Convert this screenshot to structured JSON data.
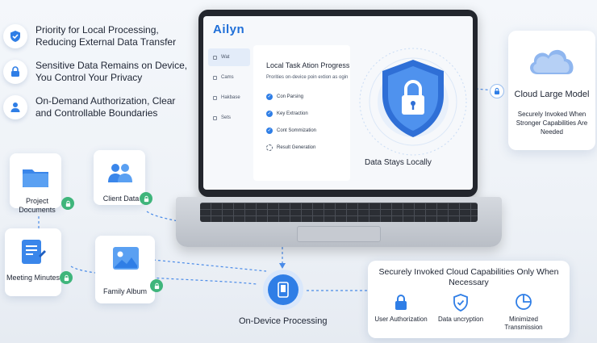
{
  "features": [
    {
      "icon": "shield-check-icon",
      "text": "Priority for Local Processing, Reducing External Data Transfer"
    },
    {
      "icon": "lock-icon",
      "text": "Sensitive Data Remains on Device, You Control Your Privacy"
    },
    {
      "icon": "user-icon",
      "text": "On-Demand Authorization, Clear and Controllable Boundaries"
    }
  ],
  "app": {
    "title": "Ailyn",
    "nav": [
      "Wat",
      "Cams",
      "Hakbase",
      "Sets"
    ],
    "task_title": "Local Task Ation Progress",
    "task_subtitle": "Prorities on-device poin extion as ogin",
    "tasks": [
      {
        "label": "Con Parsing",
        "done": true
      },
      {
        "label": "Key Extraction",
        "done": true
      },
      {
        "label": "Cont Sommization",
        "done": true
      },
      {
        "label": "Result Generation",
        "done": false
      }
    ],
    "center_caption": "Data Stays Locally"
  },
  "cloud": {
    "title": "Cloud Large Model",
    "subtitle": "Securely Invoked When Stronger Capabilities Are Needed"
  },
  "sources": {
    "project_documents": "Project Documents",
    "client_data": "Client Data",
    "meeting_minutes": "Meeting Minutes",
    "family_album": "Family Album"
  },
  "on_device": "On-Device Processing",
  "capabilities": {
    "title": "Securely Invoked Cloud Capabilities Only When Necessary",
    "items": [
      "User Authorization",
      "Data uncryption",
      "Minimized Transmission"
    ]
  },
  "colors": {
    "accent": "#2f7ee6",
    "lock_green": "#3fb57b",
    "dark": "#1d2433"
  }
}
